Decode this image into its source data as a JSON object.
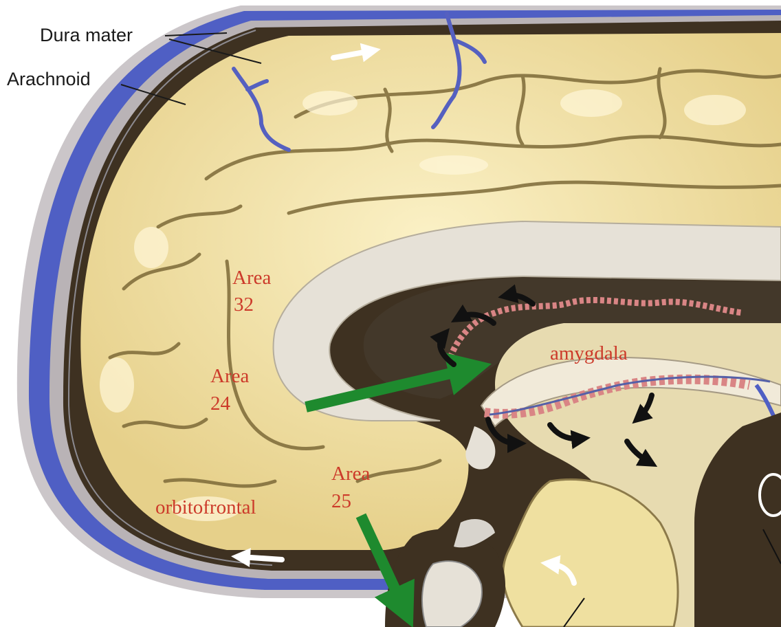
{
  "labels": {
    "dura_mater": "Dura mater",
    "arachnoid": "Arachnoid",
    "area32_line1": "Area",
    "area32_line2": "32",
    "area24_line1": "Area",
    "area24_line2": "24",
    "area25_line1": "Area",
    "area25_line2": "25",
    "orbitofrontal": "orbitofrontal",
    "amygdala": "amygdala"
  },
  "colors": {
    "dura_blue": "#4f5fc4",
    "brain_yellow": "#efe0a0",
    "sulcus_brown": "#7d6a38",
    "csf_dark": "#3e3121",
    "label_red": "#cc3a2a",
    "arrow_green": "#1e8a2e",
    "plexus_pink": "#d98585"
  },
  "icons": [
    "green-arrow",
    "flow-arrow",
    "white-arrow"
  ]
}
